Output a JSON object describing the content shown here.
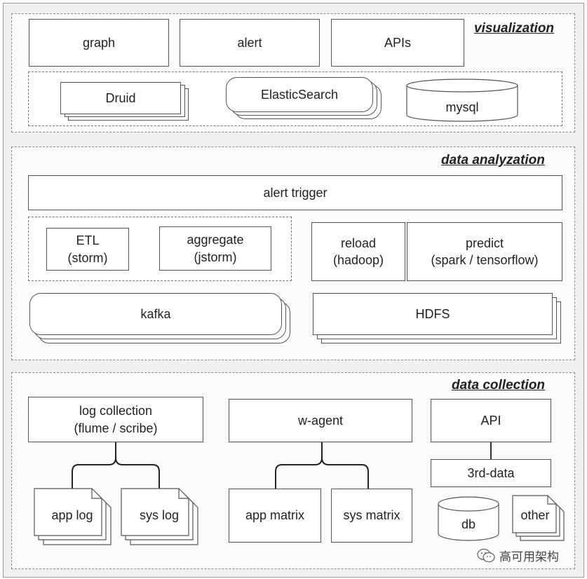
{
  "visualization": {
    "title": "visualization",
    "graph": "graph",
    "alert": "alert",
    "apis": "APIs",
    "druid": "Druid",
    "elasticsearch": "ElasticSearch",
    "mysql": "mysql"
  },
  "analyzation": {
    "title": "data analyzation",
    "alert_trigger": "alert trigger",
    "etl": "ETL",
    "etl_sub": "(storm)",
    "aggregate": "aggregate",
    "aggregate_sub": "(jstorm)",
    "reload": "reload",
    "reload_sub": "(hadoop)",
    "predict": "predict",
    "predict_sub": "(spark / tensorflow)",
    "kafka": "kafka",
    "hdfs": "HDFS"
  },
  "collection": {
    "title": "data collection",
    "log_collection": "log collection",
    "log_collection_sub": "(flume / scribe)",
    "w_agent": "w-agent",
    "api": "API",
    "third_data": "3rd-data",
    "app_log": "app log",
    "sys_log": "sys log",
    "app_matrix": "app matrix",
    "sys_matrix": "sys matrix",
    "db": "db",
    "other": "other"
  },
  "watermark": "高可用架构"
}
